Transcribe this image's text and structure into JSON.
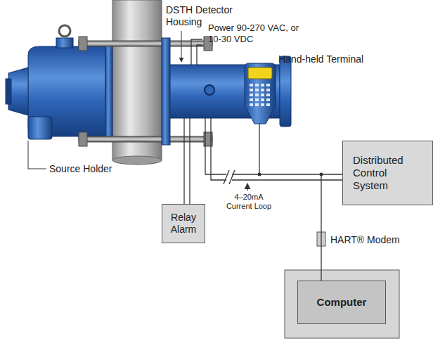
{
  "diagram": {
    "nodes": [
      {
        "text": [
          "Relay Alarm"
        ]
      },
      {
        "text": [
          "Distributed Control System"
        ]
      },
      {
        "text": [
          "Computer"
        ]
      }
    ],
    "edges": [
      {
        "from": 1,
        "to": 2,
        "arrow": "none"
      }
    ],
    "labels": [
      "DSTH Detector Housing",
      "Power 90-270 VAC, or 10-30 VDC",
      "Hand-held Terminal",
      "Source Holder",
      "4–20mA Current Loop",
      "HART® Modem"
    ]
  }
}
